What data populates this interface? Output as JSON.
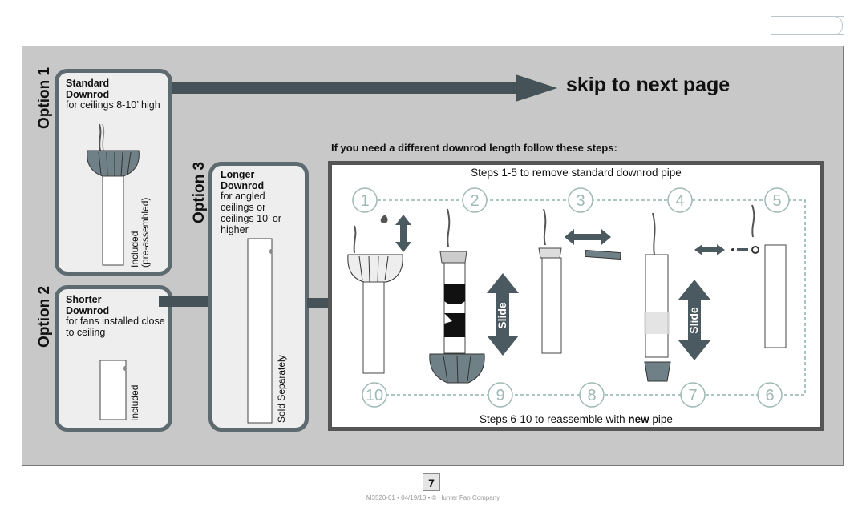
{
  "option1": {
    "heading": "Option 1",
    "title": "Standard\nDownrod",
    "desc": "for ceilings 8-10’ high",
    "note_line1": "Included",
    "note_line2": "(pre-assembled)"
  },
  "option2": {
    "heading": "Option 2",
    "title": "Shorter\nDownrod",
    "desc": "for fans installed close to ceiling",
    "note": "Included"
  },
  "option3": {
    "heading": "Option 3",
    "title": "Longer\nDownrod",
    "desc": "for angled ceilings or ceilings 10’ or higher",
    "note": "Sold Separately"
  },
  "skip_text": "skip to next page",
  "different_length_text": "If you need a different downrod length follow these steps:",
  "steps": {
    "top_caption": "Steps 1-5 to remove standard downrod pipe",
    "bottom_caption_prefix": "Steps 6-10 to reassemble with ",
    "bottom_caption_bold": "new",
    "bottom_caption_suffix": " pipe",
    "numbers_top": [
      "1",
      "2",
      "3",
      "4",
      "5"
    ],
    "numbers_bottom": [
      "10",
      "9",
      "8",
      "7",
      "6"
    ],
    "slide_label": "Slide"
  },
  "page_number": "7",
  "footer": "M3520-01 • 04/19/13 • © Hunter Fan Company",
  "colors": {
    "panel": "#c8c8c8",
    "frame": "#5d6b70",
    "arrow": "#455257",
    "canopy": "#6f8186"
  }
}
